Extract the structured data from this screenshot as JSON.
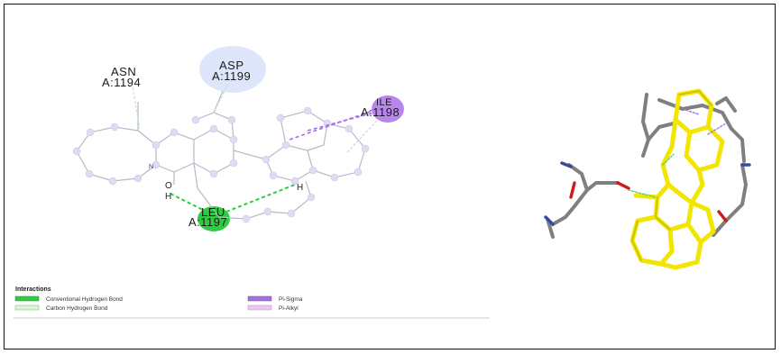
{
  "diagram_2d": {
    "residues": {
      "asn": {
        "name": "ASN",
        "id": "A:1194"
      },
      "asp": {
        "name": "ASP",
        "id": "A:1199"
      },
      "ile": {
        "name": "ILE",
        "id": "A:1198"
      },
      "leu": {
        "name": "LEU",
        "id": "A:1197"
      }
    },
    "atoms": {
      "oxygen": "O",
      "hydrogen_1": "H",
      "hydrogen_2": "H",
      "nitrogen": "N"
    }
  },
  "legend": {
    "title": "Interactions",
    "items": [
      {
        "label": "Conventional Hydrogen Bond",
        "color": "#2ecc40"
      },
      {
        "label": "Carbon Hydrogen Bond",
        "color": "#d9f5d9"
      },
      {
        "label": "Pi-Sigma",
        "color": "#a56fe0"
      },
      {
        "label": "Pi-Alkyl",
        "color": "#ecc6f2"
      }
    ]
  },
  "colors": {
    "ligand_3d": "#f2e600",
    "protein_3d": "#808080",
    "conventional_hbond": "#2ecc40",
    "pi_sigma": "#a56fe0"
  }
}
